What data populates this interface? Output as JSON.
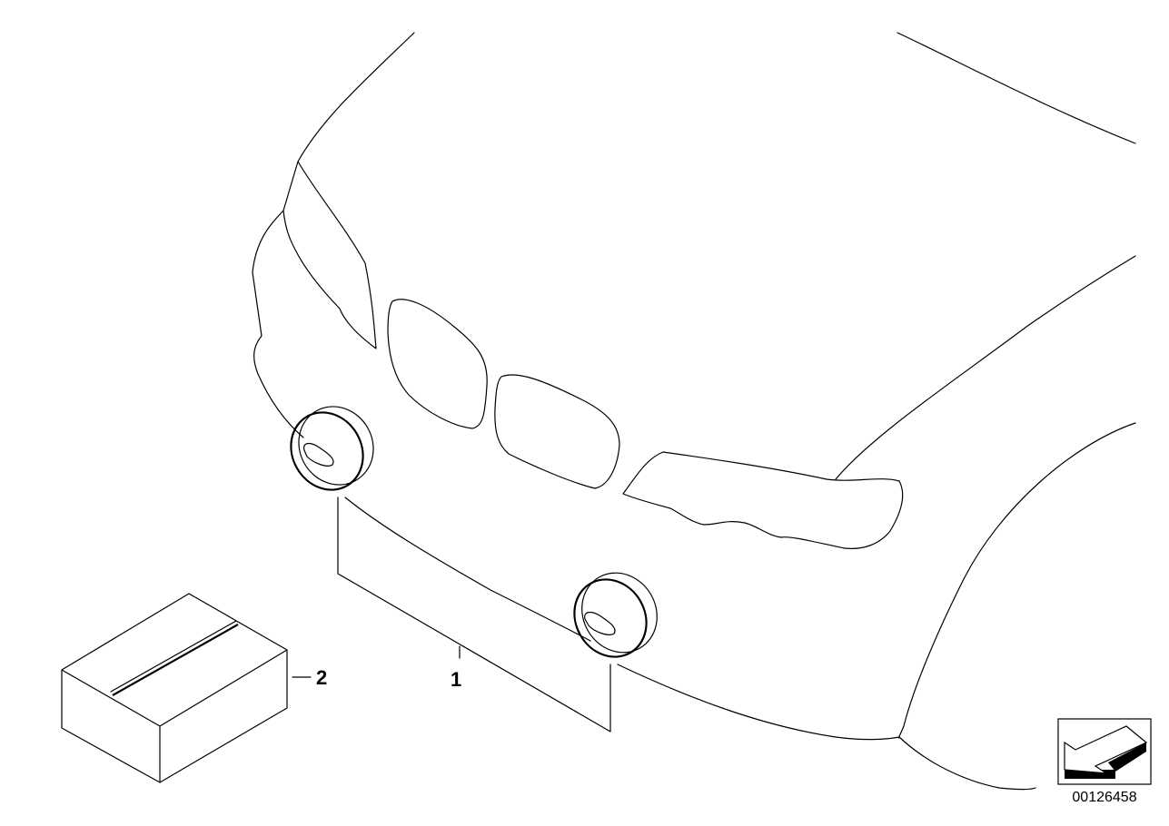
{
  "callouts": {
    "part_1": "1",
    "part_2": "2"
  },
  "diagram_id": "00126458",
  "icons": {
    "nav": "arrow-back-icon",
    "box": "parts-box-icon"
  }
}
